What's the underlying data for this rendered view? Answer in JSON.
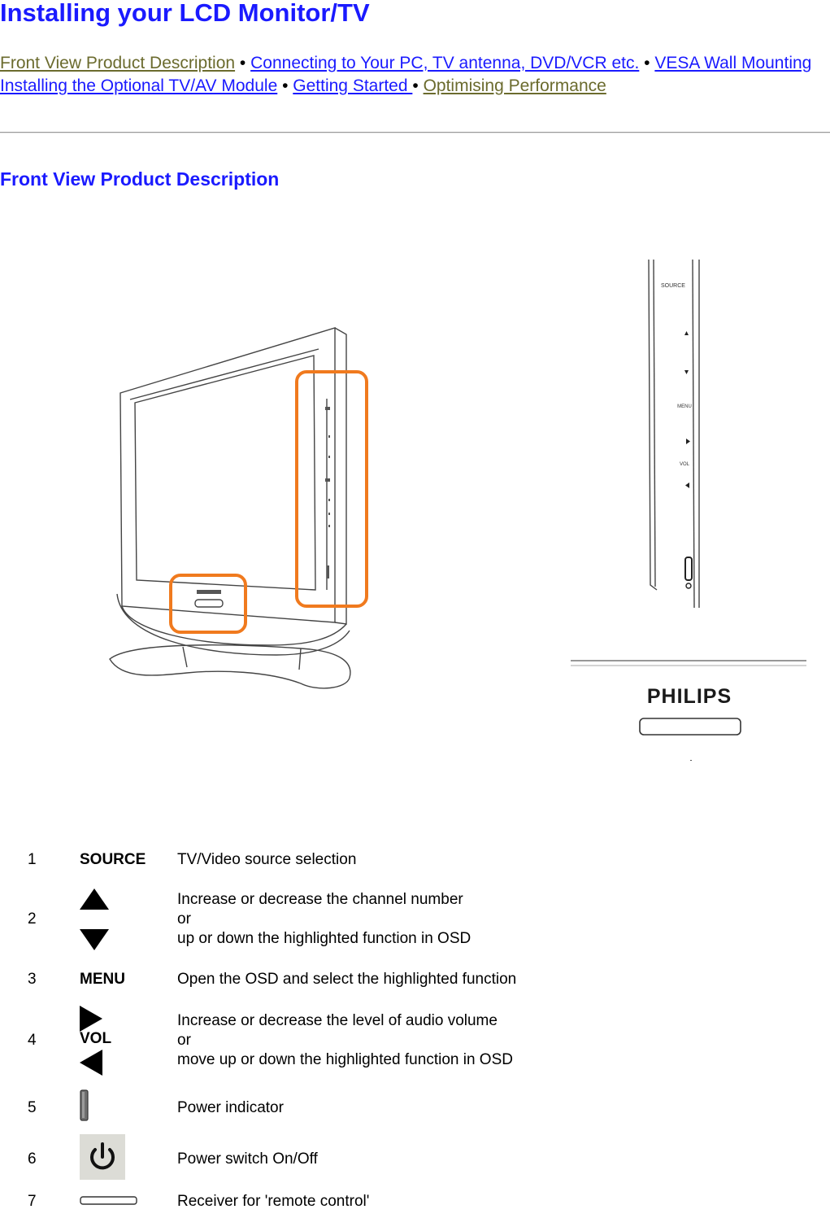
{
  "page": {
    "title": "Installing your LCD Monitor/TV"
  },
  "nav": {
    "items": [
      {
        "label": "Front View Product Description",
        "visited": true
      },
      {
        "label": "Connecting to Your PC, TV antenna, DVD/VCR etc.",
        "visited": false
      },
      {
        "label": "VESA Wall Mounting",
        "visited": false
      },
      {
        "label": "Installing the Optional TV/AV Module",
        "visited": false
      },
      {
        "label": "Getting Started ",
        "visited": false
      },
      {
        "label": "Optimising Performance",
        "visited": true
      }
    ],
    "separator": "•"
  },
  "section": {
    "title": "Front View Product Description"
  },
  "illustration": {
    "brand_logo": "PHILIPS",
    "side_panel_labels": [
      "SOURCE",
      "MENU",
      "VOL"
    ],
    "highlight_color": "#f07a1e"
  },
  "legend": {
    "rows": [
      {
        "num": "1",
        "icon": "source-label",
        "icon_label": "SOURCE",
        "desc": [
          "TV/Video source selection"
        ]
      },
      {
        "num": "2",
        "icon": "up-down-arrows-icon",
        "icon_label": "",
        "desc": [
          "Increase or decrease the channel number",
          "or",
          "up or down the highlighted function in OSD"
        ]
      },
      {
        "num": "3",
        "icon": "menu-label",
        "icon_label": "MENU",
        "desc": [
          "Open the OSD and select the highlighted function"
        ]
      },
      {
        "num": "4",
        "icon": "volume-arrows-icon",
        "icon_label": "VOL",
        "desc": [
          "Increase or decrease the level of audio volume",
          "or",
          "move up or down the highlighted function in OSD"
        ]
      },
      {
        "num": "5",
        "icon": "power-indicator-icon",
        "icon_label": "",
        "desc": [
          "Power indicator"
        ]
      },
      {
        "num": "6",
        "icon": "power-switch-icon",
        "icon_label": "",
        "desc": [
          "Power switch On/Off"
        ]
      },
      {
        "num": "7",
        "icon": "remote-receiver-icon",
        "icon_label": "",
        "desc": [
          "Receiver for 'remote control'"
        ]
      }
    ]
  }
}
